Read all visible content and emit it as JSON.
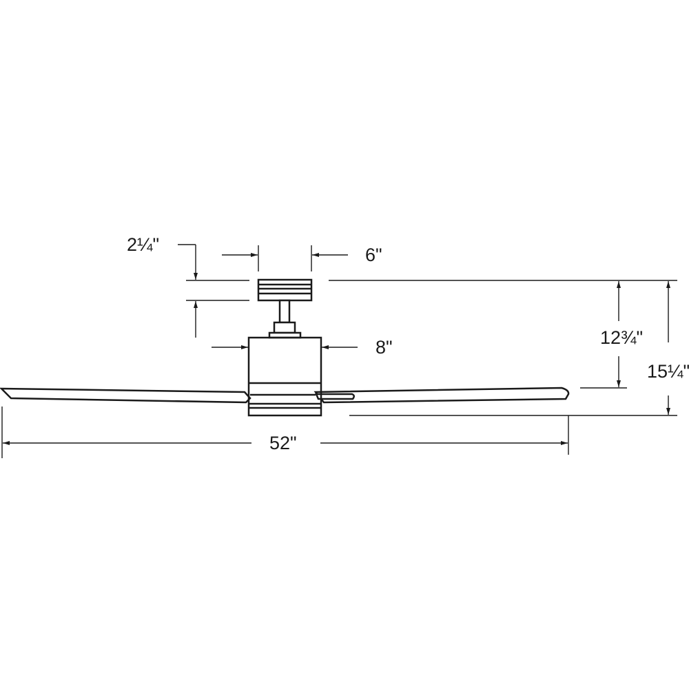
{
  "diagram": {
    "colors": {
      "ink": "#1a1a1a",
      "background": "#ffffff"
    },
    "dimensions": {
      "canopy_height": "2¼\"",
      "canopy_width": "6\"",
      "motor_width": "8\"",
      "ceiling_to_blade": "12¾\"",
      "overall_height": "15¼\"",
      "blade_span": "52\""
    }
  }
}
